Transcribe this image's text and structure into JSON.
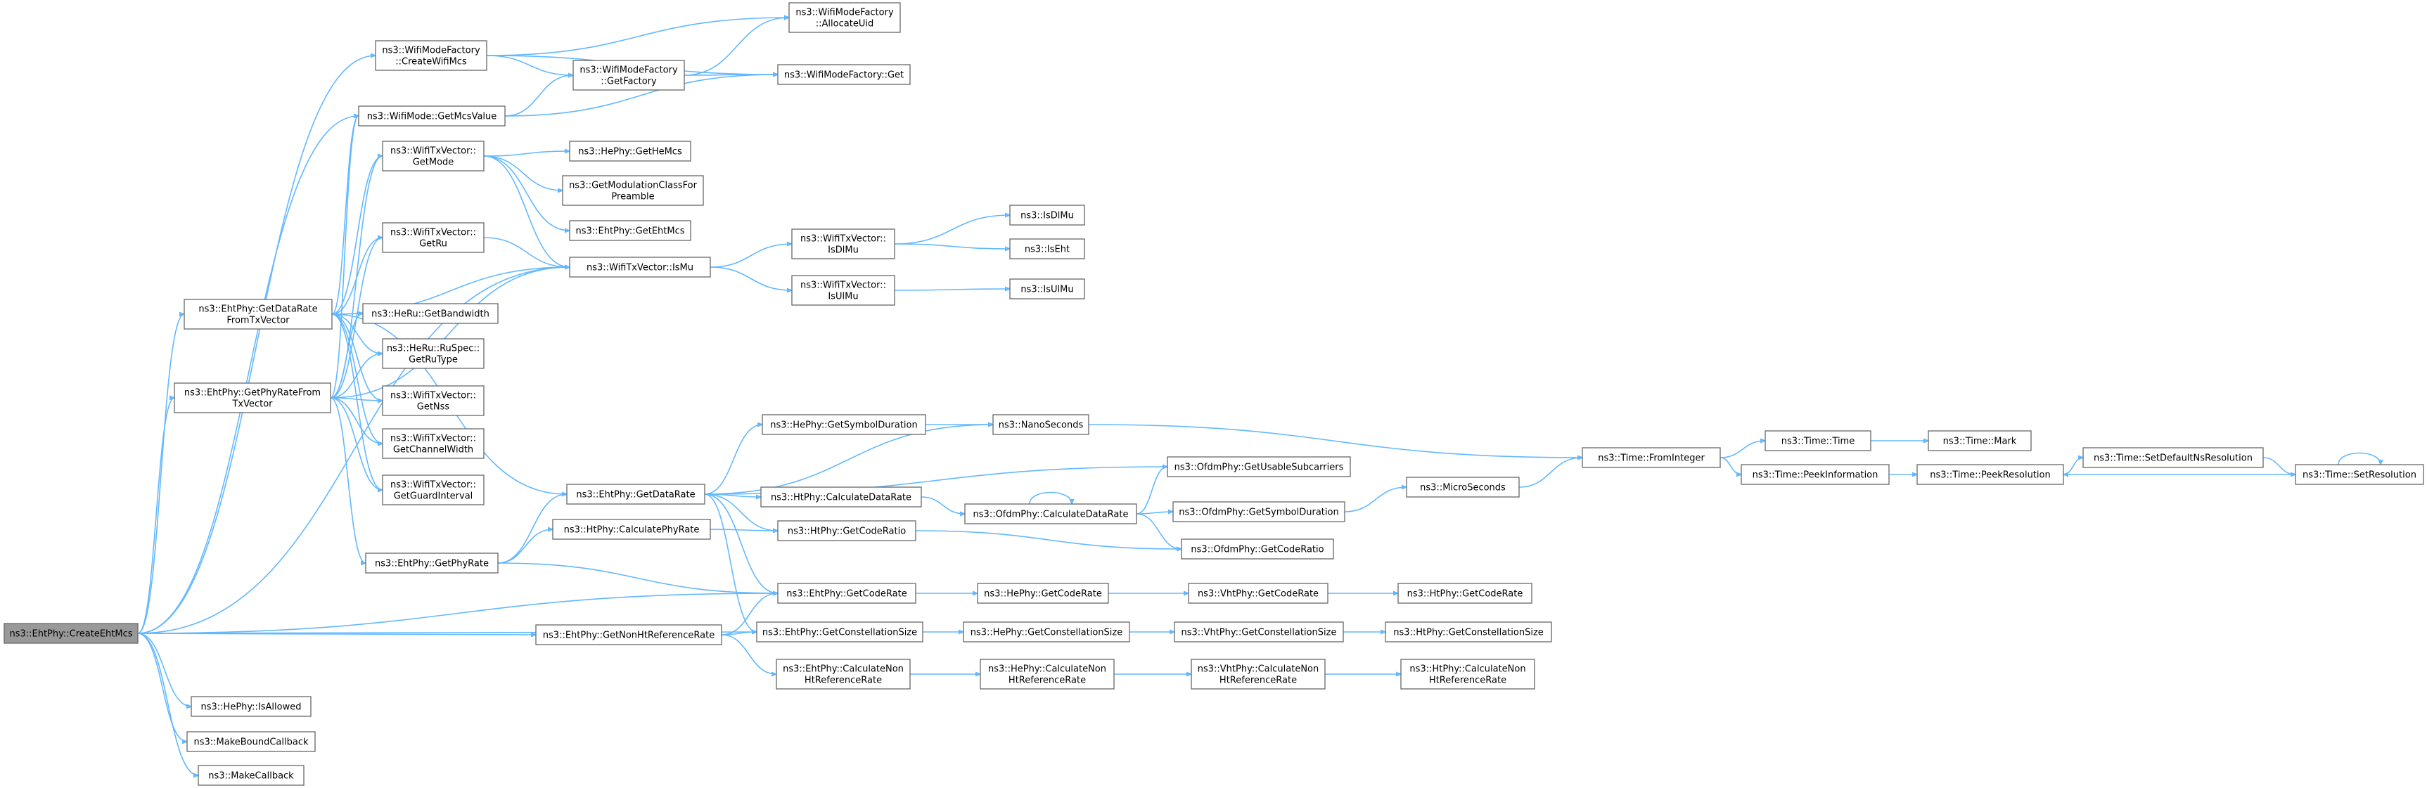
{
  "graph": {
    "colors": {
      "edge": "#63b8ff",
      "node_border": "#666666",
      "node_fill": "#ffffff",
      "root_fill": "#999999"
    },
    "nodes": [
      {
        "id": "CreateEhtMcs",
        "lines": [
          "ns3::EhtPhy::CreateEhtMcs"
        ],
        "root": true
      },
      {
        "id": "CreateWifiMcs",
        "lines": [
          "ns3::WifiModeFactory",
          "::CreateWifiMcs"
        ]
      },
      {
        "id": "AllocateUid",
        "lines": [
          "ns3::WifiModeFactory",
          "::AllocateUid"
        ]
      },
      {
        "id": "GetFactory",
        "lines": [
          "ns3::WifiModeFactory",
          "::GetFactory"
        ]
      },
      {
        "id": "MFGet",
        "lines": [
          "ns3::WifiModeFactory::Get"
        ]
      },
      {
        "id": "GetMcsValue",
        "lines": [
          "ns3::WifiMode::GetMcsValue"
        ]
      },
      {
        "id": "GetMode",
        "lines": [
          "ns3::WifiTxVector::",
          "GetMode"
        ]
      },
      {
        "id": "GetHeMcs",
        "lines": [
          "ns3::HePhy::GetHeMcs"
        ]
      },
      {
        "id": "GetModClass",
        "lines": [
          "ns3::GetModulationClassFor",
          "Preamble"
        ]
      },
      {
        "id": "GetEhtMcs",
        "lines": [
          "ns3::EhtPhy::GetEhtMcs"
        ]
      },
      {
        "id": "GetRu",
        "lines": [
          "ns3::WifiTxVector::",
          "GetRu"
        ]
      },
      {
        "id": "IsMu",
        "lines": [
          "ns3::WifiTxVector::IsMu"
        ]
      },
      {
        "id": "VIsDlMu",
        "lines": [
          "ns3::WifiTxVector::",
          "IsDlMu"
        ]
      },
      {
        "id": "VIsUlMu",
        "lines": [
          "ns3::WifiTxVector::",
          "IsUlMu"
        ]
      },
      {
        "id": "IsDlMu",
        "lines": [
          "ns3::IsDlMu"
        ]
      },
      {
        "id": "IsEht",
        "lines": [
          "ns3::IsEht"
        ]
      },
      {
        "id": "IsUlMu",
        "lines": [
          "ns3::IsUlMu"
        ]
      },
      {
        "id": "GetDataRateFromTxVector",
        "lines": [
          "ns3::EhtPhy::GetDataRate",
          "FromTxVector"
        ]
      },
      {
        "id": "GetBandwidth",
        "lines": [
          "ns3::HeRu::GetBandwidth"
        ]
      },
      {
        "id": "GetRuType",
        "lines": [
          "ns3::HeRu::RuSpec::",
          "GetRuType"
        ]
      },
      {
        "id": "GetPhyRateFromTxVector",
        "lines": [
          "ns3::EhtPhy::GetPhyRateFrom",
          "TxVector"
        ]
      },
      {
        "id": "GetNss",
        "lines": [
          "ns3::WifiTxVector::",
          "GetNss"
        ]
      },
      {
        "id": "GetChannelWidth",
        "lines": [
          "ns3::WifiTxVector::",
          "GetChannelWidth"
        ]
      },
      {
        "id": "GetGuardInterval",
        "lines": [
          "ns3::WifiTxVector::",
          "GetGuardInterval"
        ]
      },
      {
        "id": "GetSymbolDuration",
        "lines": [
          "ns3::HePhy::GetSymbolDuration"
        ]
      },
      {
        "id": "NanoSeconds",
        "lines": [
          "ns3::NanoSeconds"
        ]
      },
      {
        "id": "EhtGetDataRate",
        "lines": [
          "ns3::EhtPhy::GetDataRate"
        ]
      },
      {
        "id": "GetUsableSubcarriers",
        "lines": [
          "ns3::OfdmPhy::GetUsableSubcarriers"
        ]
      },
      {
        "id": "HtCalcDataRate",
        "lines": [
          "ns3::HtPhy::CalculateDataRate"
        ]
      },
      {
        "id": "OfdmCalcDataRate",
        "lines": [
          "ns3::OfdmPhy::CalculateDataRate"
        ]
      },
      {
        "id": "OfdmGetSymbolDuration",
        "lines": [
          "ns3::OfdmPhy::GetSymbolDuration"
        ]
      },
      {
        "id": "MicroSeconds",
        "lines": [
          "ns3::MicroSeconds"
        ]
      },
      {
        "id": "FromInteger",
        "lines": [
          "ns3::Time::FromInteger"
        ]
      },
      {
        "id": "TimeTime",
        "lines": [
          "ns3::Time::Time"
        ]
      },
      {
        "id": "TimeMark",
        "lines": [
          "ns3::Time::Mark"
        ]
      },
      {
        "id": "PeekInformation",
        "lines": [
          "ns3::Time::PeekInformation"
        ]
      },
      {
        "id": "PeekResolution",
        "lines": [
          "ns3::Time::PeekResolution"
        ]
      },
      {
        "id": "SetDefaultNsResolution",
        "lines": [
          "ns3::Time::SetDefaultNsResolution"
        ]
      },
      {
        "id": "SetResolution",
        "lines": [
          "ns3::Time::SetResolution"
        ]
      },
      {
        "id": "HtCalcPhyRate",
        "lines": [
          "ns3::HtPhy::CalculatePhyRate"
        ]
      },
      {
        "id": "HtGetCodeRatio",
        "lines": [
          "ns3::HtPhy::GetCodeRatio"
        ]
      },
      {
        "id": "OfdmGetCodeRatio",
        "lines": [
          "ns3::OfdmPhy::GetCodeRatio"
        ]
      },
      {
        "id": "GetPhyRate",
        "lines": [
          "ns3::EhtPhy::GetPhyRate"
        ]
      },
      {
        "id": "EhtGetCodeRate",
        "lines": [
          "ns3::EhtPhy::GetCodeRate"
        ]
      },
      {
        "id": "HeGetCodeRate",
        "lines": [
          "ns3::HePhy::GetCodeRate"
        ]
      },
      {
        "id": "VhtGetCodeRate",
        "lines": [
          "ns3::VhtPhy::GetCodeRate"
        ]
      },
      {
        "id": "HtGetCodeRate",
        "lines": [
          "ns3::HtPhy::GetCodeRate"
        ]
      },
      {
        "id": "GetNonHtRefRate",
        "lines": [
          "ns3::EhtPhy::GetNonHtReferenceRate"
        ]
      },
      {
        "id": "EhtGetConstSize",
        "lines": [
          "ns3::EhtPhy::GetConstellationSize"
        ]
      },
      {
        "id": "HeGetConstSize",
        "lines": [
          "ns3::HePhy::GetConstellationSize"
        ]
      },
      {
        "id": "VhtGetConstSize",
        "lines": [
          "ns3::VhtPhy::GetConstellationSize"
        ]
      },
      {
        "id": "HtGetConstSize",
        "lines": [
          "ns3::HtPhy::GetConstellationSize"
        ]
      },
      {
        "id": "EhtCalcNonHt",
        "lines": [
          "ns3::EhtPhy::CalculateNon",
          "HtReferenceRate"
        ]
      },
      {
        "id": "HeCalcNonHt",
        "lines": [
          "ns3::HePhy::CalculateNon",
          "HtReferenceRate"
        ]
      },
      {
        "id": "VhtCalcNonHt",
        "lines": [
          "ns3::VhtPhy::CalculateNon",
          "HtReferenceRate"
        ]
      },
      {
        "id": "HtCalcNonHt",
        "lines": [
          "ns3::HtPhy::CalculateNon",
          "HtReferenceRate"
        ]
      },
      {
        "id": "IsAllowed",
        "lines": [
          "ns3::HePhy::IsAllowed"
        ]
      },
      {
        "id": "MakeBoundCallback",
        "lines": [
          "ns3::MakeBoundCallback"
        ]
      },
      {
        "id": "MakeCallback",
        "lines": [
          "ns3::MakeCallback"
        ]
      }
    ],
    "edges": [
      [
        "CreateEhtMcs",
        "CreateWifiMcs"
      ],
      [
        "CreateEhtMcs",
        "GetMcsValue"
      ],
      [
        "CreateEhtMcs",
        "GetDataRateFromTxVector"
      ],
      [
        "CreateEhtMcs",
        "GetPhyRateFromTxVector"
      ],
      [
        "CreateEhtMcs",
        "IsMu"
      ],
      [
        "CreateEhtMcs",
        "EhtGetCodeRate"
      ],
      [
        "CreateEhtMcs",
        "GetNonHtRefRate"
      ],
      [
        "CreateEhtMcs",
        "EhtGetConstSize"
      ],
      [
        "CreateEhtMcs",
        "IsAllowed"
      ],
      [
        "CreateEhtMcs",
        "MakeBoundCallback"
      ],
      [
        "CreateEhtMcs",
        "MakeCallback"
      ],
      [
        "CreateWifiMcs",
        "AllocateUid"
      ],
      [
        "CreateWifiMcs",
        "GetFactory"
      ],
      [
        "CreateWifiMcs",
        "MFGet"
      ],
      [
        "GetFactory",
        "AllocateUid"
      ],
      [
        "GetFactory",
        "MFGet"
      ],
      [
        "GetMcsValue",
        "GetFactory"
      ],
      [
        "GetMcsValue",
        "MFGet"
      ],
      [
        "GetMode",
        "GetHeMcs"
      ],
      [
        "GetMode",
        "GetModClass"
      ],
      [
        "GetMode",
        "GetEhtMcs"
      ],
      [
        "GetMode",
        "IsMu"
      ],
      [
        "GetRu",
        "IsMu"
      ],
      [
        "IsMu",
        "VIsDlMu"
      ],
      [
        "IsMu",
        "VIsUlMu"
      ],
      [
        "VIsDlMu",
        "IsDlMu"
      ],
      [
        "VIsDlMu",
        "IsEht"
      ],
      [
        "VIsUlMu",
        "IsUlMu"
      ],
      [
        "GetDataRateFromTxVector",
        "GetMcsValue"
      ],
      [
        "GetDataRateFromTxVector",
        "GetMode"
      ],
      [
        "GetDataRateFromTxVector",
        "GetRu"
      ],
      [
        "GetDataRateFromTxVector",
        "IsMu"
      ],
      [
        "GetDataRateFromTxVector",
        "GetBandwidth"
      ],
      [
        "GetDataRateFromTxVector",
        "GetRuType"
      ],
      [
        "GetDataRateFromTxVector",
        "GetNss"
      ],
      [
        "GetDataRateFromTxVector",
        "GetChannelWidth"
      ],
      [
        "GetDataRateFromTxVector",
        "GetGuardInterval"
      ],
      [
        "GetDataRateFromTxVector",
        "EhtGetDataRate"
      ],
      [
        "GetPhyRateFromTxVector",
        "GetMcsValue"
      ],
      [
        "GetPhyRateFromTxVector",
        "GetMode"
      ],
      [
        "GetPhyRateFromTxVector",
        "GetRu"
      ],
      [
        "GetPhyRateFromTxVector",
        "IsMu"
      ],
      [
        "GetPhyRateFromTxVector",
        "GetBandwidth"
      ],
      [
        "GetPhyRateFromTxVector",
        "GetRuType"
      ],
      [
        "GetPhyRateFromTxVector",
        "GetNss"
      ],
      [
        "GetPhyRateFromTxVector",
        "GetChannelWidth"
      ],
      [
        "GetPhyRateFromTxVector",
        "GetGuardInterval"
      ],
      [
        "GetPhyRateFromTxVector",
        "GetPhyRate"
      ],
      [
        "EhtGetDataRate",
        "GetSymbolDuration"
      ],
      [
        "EhtGetDataRate",
        "NanoSeconds"
      ],
      [
        "EhtGetDataRate",
        "GetUsableSubcarriers"
      ],
      [
        "EhtGetDataRate",
        "HtCalcDataRate"
      ],
      [
        "EhtGetDataRate",
        "HtGetCodeRatio"
      ],
      [
        "EhtGetDataRate",
        "EhtGetCodeRate"
      ],
      [
        "EhtGetDataRate",
        "EhtGetConstSize"
      ],
      [
        "GetSymbolDuration",
        "NanoSeconds"
      ],
      [
        "NanoSeconds",
        "FromInteger"
      ],
      [
        "HtCalcDataRate",
        "OfdmCalcDataRate"
      ],
      [
        "OfdmCalcDataRate",
        "OfdmCalcDataRate"
      ],
      [
        "OfdmCalcDataRate",
        "GetUsableSubcarriers"
      ],
      [
        "OfdmCalcDataRate",
        "OfdmGetSymbolDuration"
      ],
      [
        "OfdmCalcDataRate",
        "OfdmGetCodeRatio"
      ],
      [
        "OfdmGetSymbolDuration",
        "MicroSeconds"
      ],
      [
        "MicroSeconds",
        "FromInteger"
      ],
      [
        "FromInteger",
        "TimeTime"
      ],
      [
        "FromInteger",
        "PeekInformation"
      ],
      [
        "TimeTime",
        "TimeMark"
      ],
      [
        "PeekInformation",
        "PeekResolution"
      ],
      [
        "PeekResolution",
        "SetDefaultNsResolution"
      ],
      [
        "SetDefaultNsResolution",
        "SetResolution"
      ],
      [
        "SetResolution",
        "SetResolution"
      ],
      [
        "SetResolution",
        "PeekResolution"
      ],
      [
        "HtCalcPhyRate",
        "HtGetCodeRatio"
      ],
      [
        "HtGetCodeRatio",
        "OfdmGetCodeRatio"
      ],
      [
        "GetPhyRate",
        "EhtGetDataRate"
      ],
      [
        "GetPhyRate",
        "HtCalcPhyRate"
      ],
      [
        "GetPhyRate",
        "EhtGetCodeRate"
      ],
      [
        "EhtGetCodeRate",
        "HeGetCodeRate"
      ],
      [
        "HeGetCodeRate",
        "VhtGetCodeRate"
      ],
      [
        "VhtGetCodeRate",
        "HtGetCodeRate"
      ],
      [
        "GetNonHtRefRate",
        "EhtGetCodeRate"
      ],
      [
        "GetNonHtRefRate",
        "EhtGetConstSize"
      ],
      [
        "GetNonHtRefRate",
        "EhtCalcNonHt"
      ],
      [
        "EhtGetConstSize",
        "HeGetConstSize"
      ],
      [
        "HeGetConstSize",
        "VhtGetConstSize"
      ],
      [
        "VhtGetConstSize",
        "HtGetConstSize"
      ],
      [
        "EhtCalcNonHt",
        "HeCalcNonHt"
      ],
      [
        "HeCalcNonHt",
        "VhtCalcNonHt"
      ],
      [
        "VhtCalcNonHt",
        "HtCalcNonHt"
      ]
    ]
  }
}
